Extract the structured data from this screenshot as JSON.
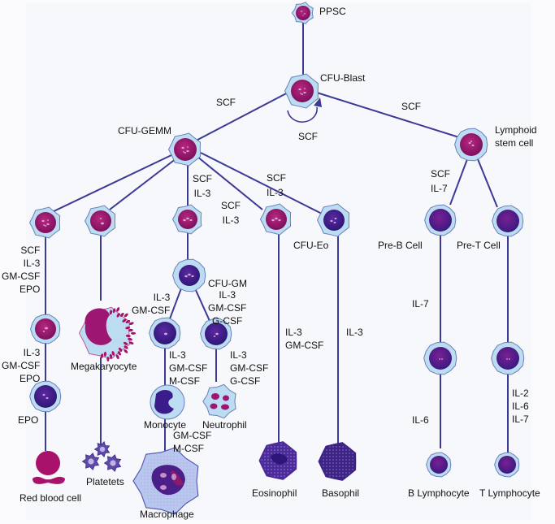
{
  "colors": {
    "line": "#3b3a96",
    "cytoplasm": "#bcdcf1",
    "cytoplasm_stroke": "#6b7fbf",
    "nucleus_magenta": "#9c1672",
    "nucleus_purple": "#3a1d8a",
    "granule": "#d9a6d4",
    "rbc": "#a8126a",
    "text": "#111111"
  },
  "cells": {
    "ppsc": "PPSC",
    "cfu_blast": "CFU-Blast",
    "cfu_gemm": "CFU-GEMM",
    "lymphoid": "Lymphoid\nstem cell",
    "cfu_gm": "CFU-GM",
    "cfu_eo": "CFU-Eo",
    "pre_b": "Pre-B Cell",
    "pre_t": "Pre-T Cell",
    "megakaryocyte": "Megakaryocyte",
    "monocyte": "Monocyte",
    "neutrophil": "Neutrophil",
    "red_blood_cell": "Red blood cell",
    "platelets": "Platetets",
    "macrophage": "Macrophage",
    "eosinophil": "Eosinophil",
    "basophil": "Basophil",
    "b_lymphocyte": "B Lymphocyte",
    "t_lymphocyte": "T Lymphocyte"
  },
  "factors": {
    "blast_to_gemm": "SCF",
    "blast_self_renewal": "SCF",
    "blast_to_lymphoid": "SCF",
    "gemm_to_gm_progenitor": "SCF\nIL-3",
    "gemm_to_eo_progenitor": "SCF\nIL-3",
    "gemm_to_baso_progenitor": "SCF\nIL-3",
    "erythroid_1": "SCF\nIL-3\nGM-CSF\nEPO",
    "erythroid_2": "IL-3\nGM-CSF\nEPO",
    "erythroid_3": "EPO",
    "gm_to_monocyte_precursor": "IL-3\nGM-CSF",
    "gm_to_neutrophil_precursor": "IL-3\nGM-CSF\nG-CSF",
    "to_monocyte": "IL-3\nGM-CSF\nM-CSF",
    "to_neutrophil": "IL-3\nGM-CSF\nG-CSF",
    "monocyte_to_macrophage": "GM-CSF\nM-CSF",
    "eosinophil": "IL-3\nGM-CSF",
    "basophil": "IL-3",
    "lymphoid_to_pre_b": "SCF\nIL-7",
    "pre_b_to_b": "IL-7",
    "b_maturation": "IL-6",
    "t_maturation": "IL-2\nIL-6\nIL-7"
  }
}
